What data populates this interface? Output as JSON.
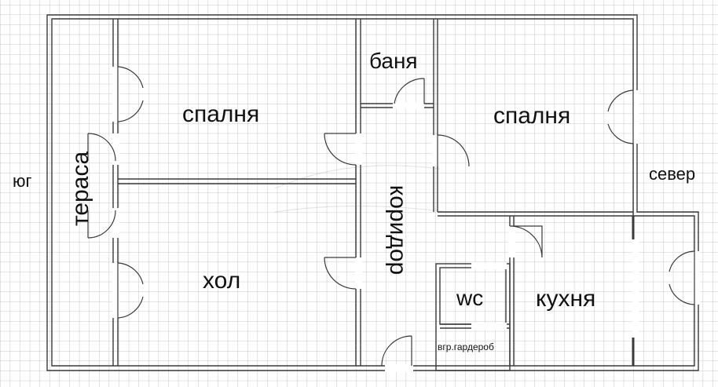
{
  "labels": {
    "south": "юг",
    "north": "север",
    "terrace": "тераса",
    "bedroom_left": "спалня",
    "bathroom": "баня",
    "bedroom_right": "спалня",
    "corridor": "коридор",
    "living": "хол",
    "wc": "wc",
    "kitchen": "кухня",
    "wardrobe": "вгр.гардероб"
  },
  "colors": {
    "grid": "#b4b4b4",
    "wall": "#444444",
    "wall_fill": "#ffffff",
    "text": "#111111"
  }
}
